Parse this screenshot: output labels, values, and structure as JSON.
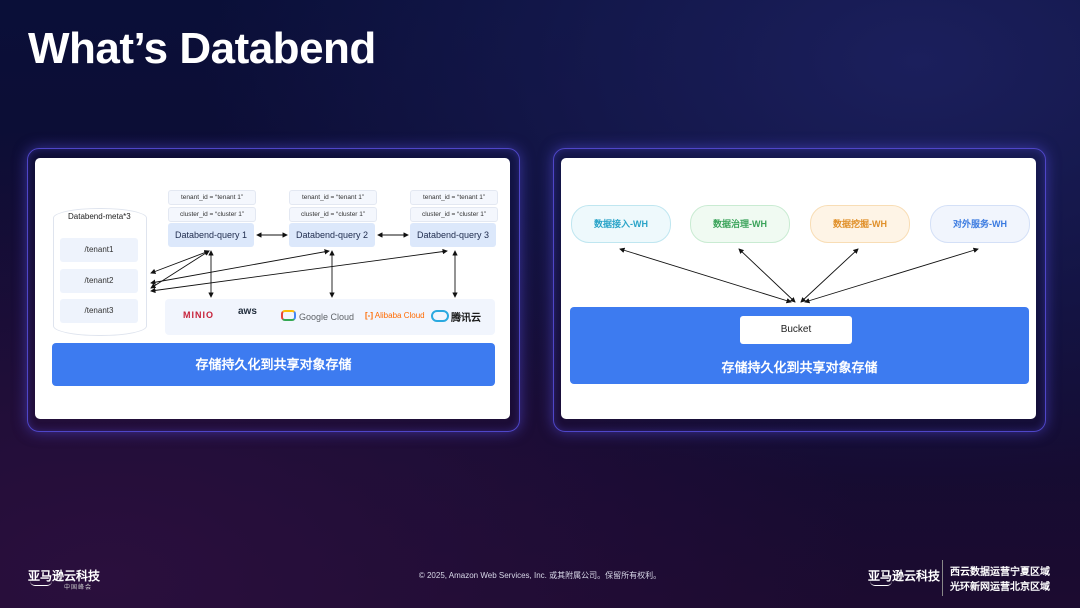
{
  "slide": {
    "title": "What’s Databend"
  },
  "left_panel": {
    "meta_label": "Databend-meta*3",
    "tenants": [
      "/tenant1",
      "/tenant2",
      "/tenant3"
    ],
    "queries": [
      {
        "tenant_tag": "tenant_id = “tenant 1”",
        "cluster_tag": "cluster_id = “cluster 1”",
        "label": "Databend-query 1"
      },
      {
        "tenant_tag": "tenant_id = “tenant 1”",
        "cluster_tag": "cluster_id = “cluster 1”",
        "label": "Databend-query 2"
      },
      {
        "tenant_tag": "tenant_id = “tenant 1”",
        "cluster_tag": "cluster_id = “cluster 1”",
        "label": "Databend-query 3"
      }
    ],
    "vendors": [
      "MINIO",
      "aws",
      "Google Cloud",
      "Alibaba Cloud",
      "腾讯云"
    ],
    "storage_bar": "存储持久化到共享对象存储"
  },
  "right_panel": {
    "warehouses": [
      {
        "label": "数据接入-WH",
        "color": "#2aa4c8",
        "bg": "#eef9fc",
        "border": "#bfe6f0"
      },
      {
        "label": "数据治理-WH",
        "color": "#3aa35a",
        "bg": "#f0faf2",
        "border": "#c9ebd2"
      },
      {
        "label": "数据挖掘-WH",
        "color": "#e0902a",
        "bg": "#fef4e6",
        "border": "#f8ddb5"
      },
      {
        "label": "对外服务-WH",
        "color": "#3a7ae0",
        "bg": "#f1f5fd",
        "border": "#d4e0f7"
      }
    ],
    "bucket_label": "Bucket",
    "storage_bar": "存储持久化到共享对象存储"
  },
  "footer": {
    "logo_left": "亚马逊云科技",
    "logo_left_sub": "中国峰会",
    "copyright": "© 2025, Amazon Web Services, Inc. 或其附属公司。保留所有权利。",
    "logo_right": "亚马逊云科技",
    "region_line1": "西云数据运营宁夏区域",
    "region_line2": "光环新网运营北京区域"
  }
}
